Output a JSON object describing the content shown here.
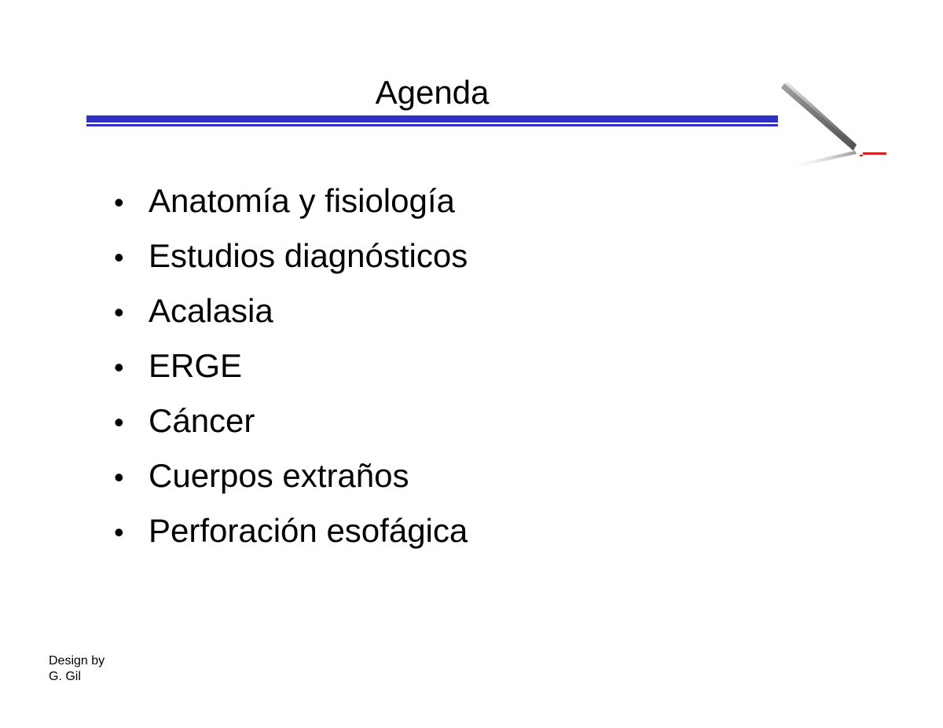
{
  "slide": {
    "title": "Agenda",
    "accent_color": "#2e31c8",
    "logo_icon": "pen-nib-logo-icon",
    "bullet_symbol": "•",
    "items": [
      "Anatomía y fisiología",
      "Estudios diagnósticos",
      "Acalasia",
      "ERGE",
      "Cáncer",
      "Cuerpos extraños",
      "Perforación esofágica"
    ],
    "footer": {
      "line1": "Design by",
      "line2": "G. Gil"
    }
  }
}
